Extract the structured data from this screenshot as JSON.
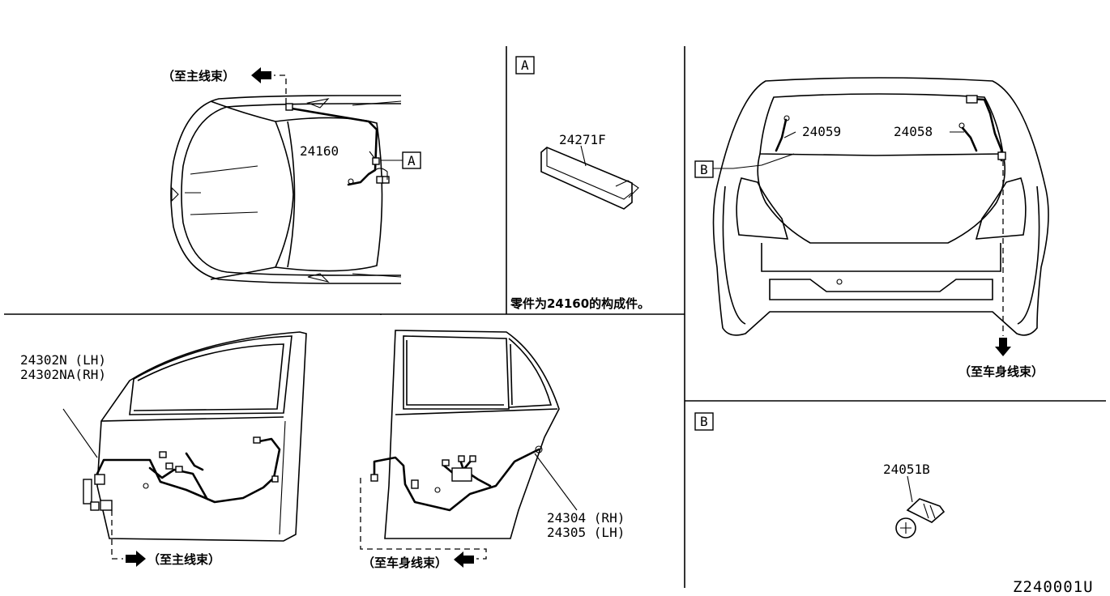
{
  "diagram_code": "Z240001U",
  "callouts": {
    "part_24160": "24160",
    "part_24271F": "24271F",
    "part_24059": "24059",
    "part_24058": "24058",
    "part_24051B": "24051B",
    "front_door_lh": "24302N (LH)",
    "front_door_rh": "24302NA(RH)",
    "rear_door_rh": "24304 (RH)",
    "rear_door_lh": "24305 (LH)"
  },
  "notes": {
    "to_main_harness_top": "（至主线束）",
    "to_main_harness_door": "（至主线束）",
    "to_body_harness_rear": "（至车身线束）",
    "to_body_harness_door": "（至车身线束）",
    "component_note": "零件为24160的构成件。"
  },
  "markers": {
    "ref_a": "A",
    "ref_b": "B"
  }
}
